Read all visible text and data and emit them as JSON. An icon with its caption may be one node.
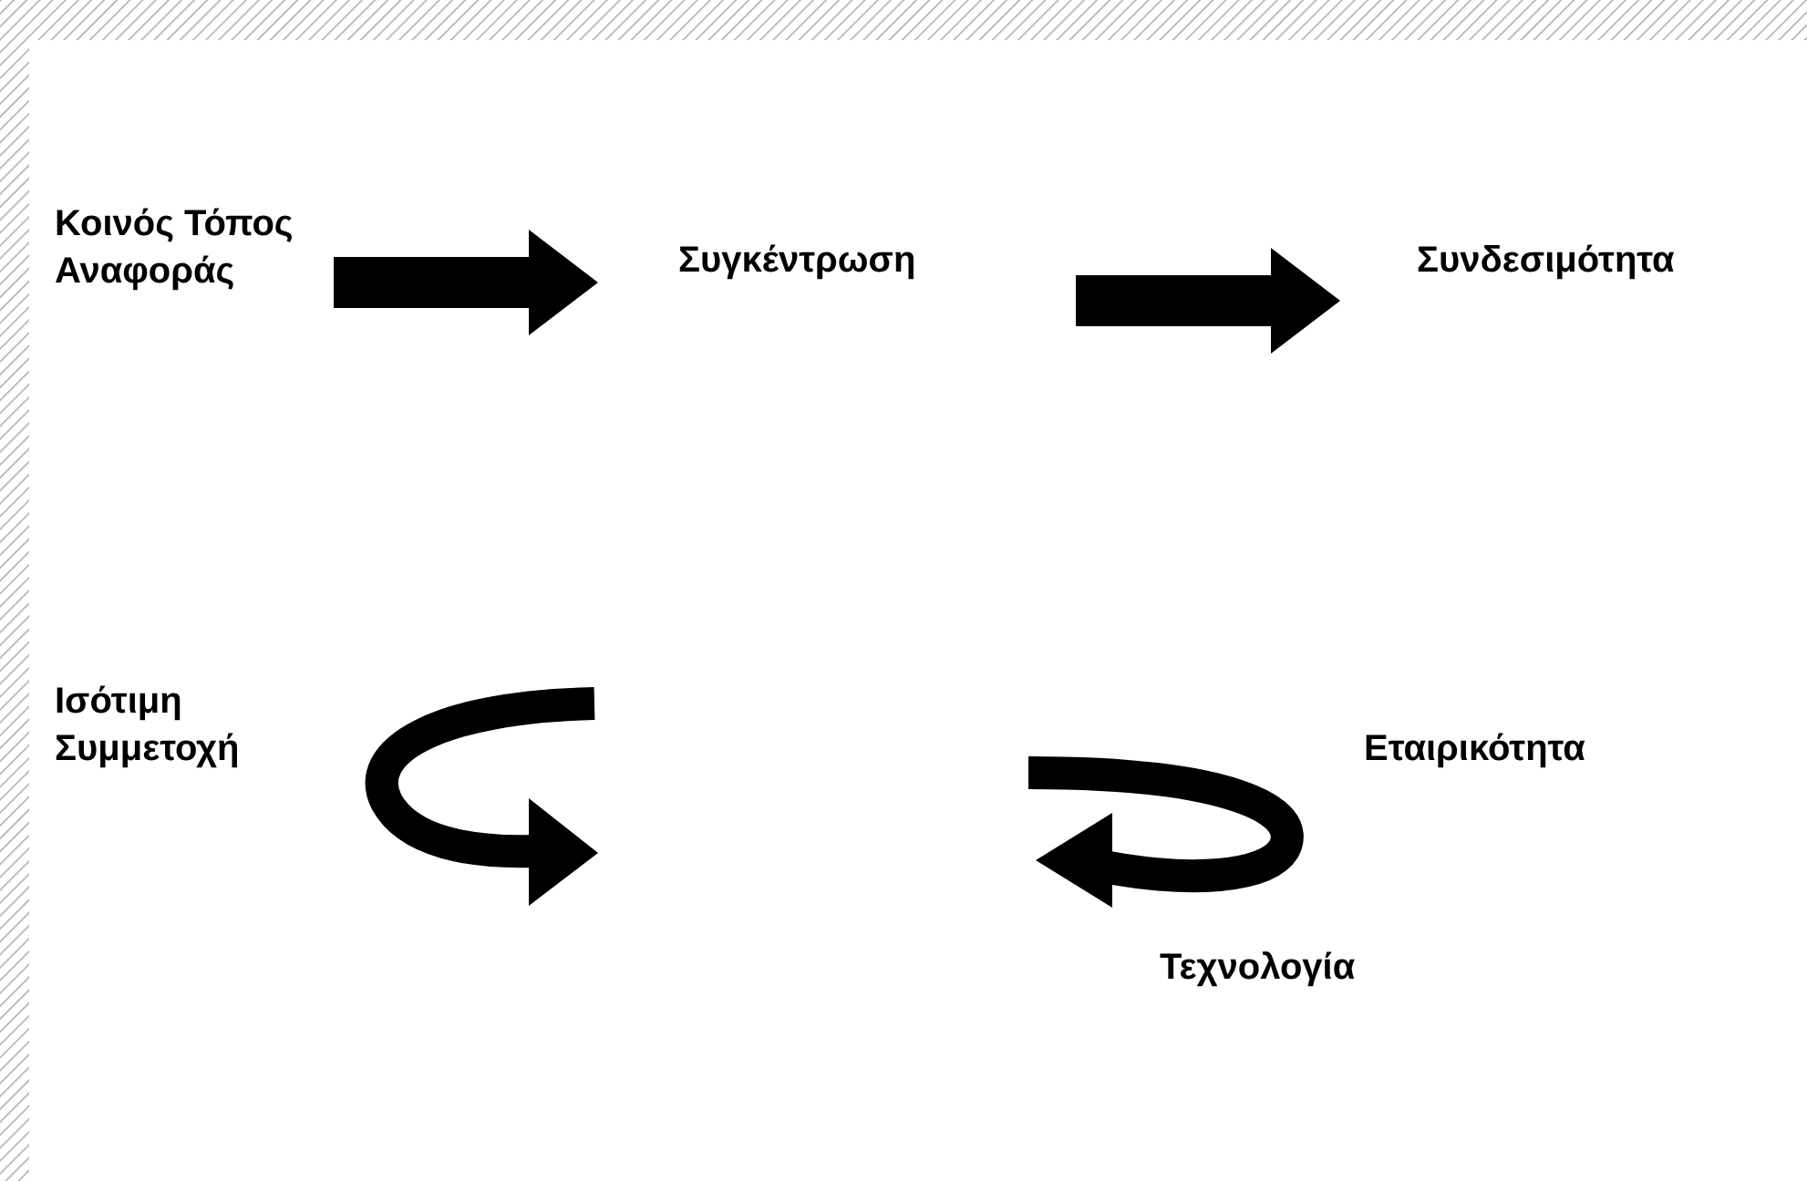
{
  "diagram": {
    "nodes": [
      {
        "text": [
          "Κοινός Τόπος Αναφοράς"
        ]
      },
      {
        "text": [
          "Συγκέντρωση"
        ]
      },
      {
        "text": [
          "Συνδεσιμότητα"
        ]
      },
      {
        "text": [
          "Ισότιμη Συμμετοχή"
        ]
      },
      {
        "text": [
          "Εταιρικότητα"
        ]
      },
      {
        "text": [
          "Τεχνολογία"
        ]
      }
    ],
    "edges": [
      {
        "from": 0,
        "to": 1,
        "arrow": "to",
        "style": "thick"
      },
      {
        "from": 1,
        "to": 2,
        "arrow": "to",
        "style": "thick"
      }
    ]
  }
}
